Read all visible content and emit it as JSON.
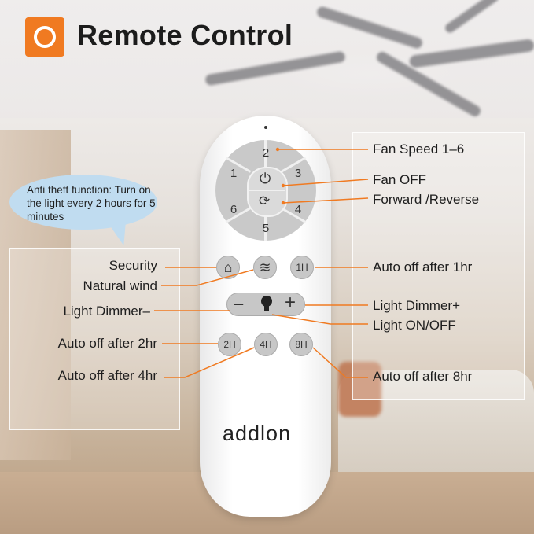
{
  "header": {
    "title": "Remote Control"
  },
  "bubble": {
    "text": "Anti theft function: Turn on the light every 2 hours for 5 minutes"
  },
  "remote": {
    "brand": "addlon",
    "dial": {
      "speeds": [
        "1",
        "2",
        "3",
        "4",
        "5",
        "6"
      ],
      "power_symbol": "⏻",
      "reverse_symbol": "⟳"
    },
    "buttons": {
      "security_symbol": "⌂",
      "wind_symbol": "≋",
      "h1": "1H",
      "h2": "2H",
      "h4": "4H",
      "h8": "8H",
      "dim_minus": "–",
      "dim_plus": "+"
    }
  },
  "labels": {
    "fan_speed": "Fan Speed 1–6",
    "fan_off": "Fan OFF",
    "forward_reverse": "Forward /Reverse",
    "security": "Security",
    "natural_wind": "Natural wind",
    "auto_off_1": "Auto off after 1hr",
    "light_dimmer_minus": "Light Dimmer–",
    "light_dimmer_plus": "Light Dimmer+",
    "light_on_off": "Light ON/OFF",
    "auto_off_2": "Auto off after 2hr",
    "auto_off_4": "Auto off after 4hr",
    "auto_off_8": "Auto off after 8hr"
  },
  "colors": {
    "accent": "#f07a21",
    "leader_line": "#f07a21",
    "button_gray": "#c7c7c7",
    "bubble": "#c0dcf0"
  },
  "icons": [
    "brand-logo-icon",
    "power-icon",
    "reverse-icon",
    "home-icon",
    "wind-icon",
    "bulb-icon"
  ]
}
